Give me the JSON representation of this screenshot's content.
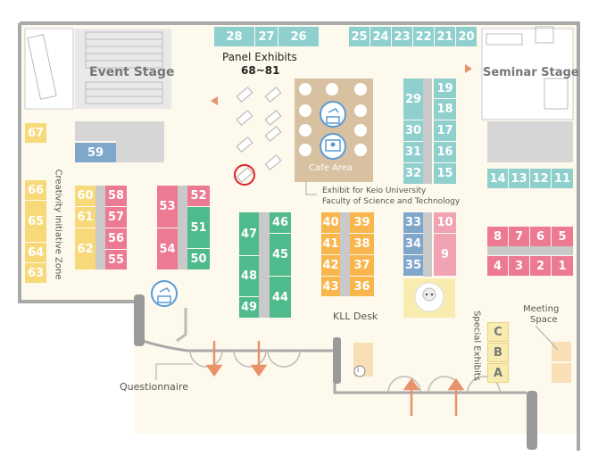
{
  "colors": {
    "floor": "#fdf9ec",
    "wall": "#a9a9a9",
    "stage": "#e9e9e9",
    "teal": "#8fd0cf",
    "blue": "#7ea7cb",
    "yellow": "#f8d97a",
    "orange": "#f8b64c",
    "pink": "#ec7a92",
    "pinklight": "#f2a3b3",
    "green": "#4fba8c",
    "gray": "#c9c9c9",
    "highlight": "#e0202a",
    "arrow": "#e9926a"
  },
  "labels": {
    "event_stage": "Event Stage",
    "seminar_stage": "Seminar Stage",
    "panel_exhibits": "Panel Exhibits",
    "panel_range": "68~81",
    "cafe_area": "Cafe Area",
    "keio_line1": "Exhibit for Keio University",
    "keio_line2": "Faculty of Science and Technology",
    "creativity_zone": "Creativity Initiative Zone",
    "kll_desk": "KLL Desk",
    "special_exhibits": "Special Exhibits",
    "meeting_space_1": "Meeting",
    "meeting_space_2": "Space",
    "questionnaire": "Questionnaire",
    "info_symbol": "i"
  },
  "booths": {
    "b1": "1",
    "b2": "2",
    "b3": "3",
    "b4": "4",
    "b5": "5",
    "b6": "6",
    "b7": "7",
    "b8": "8",
    "b9": "9",
    "b10": "10",
    "b11": "11",
    "b12": "12",
    "b13": "13",
    "b14": "14",
    "b15": "15",
    "b16": "16",
    "b17": "17",
    "b18": "18",
    "b19": "19",
    "b20": "20",
    "b21": "21",
    "b22": "22",
    "b23": "23",
    "b24": "24",
    "b25": "25",
    "b26": "26",
    "b27": "27",
    "b28": "28",
    "b29": "29",
    "b30": "30",
    "b31": "31",
    "b32": "32",
    "b33": "33",
    "b34": "34",
    "b35": "35",
    "b36": "36",
    "b37": "37",
    "b38": "38",
    "b39": "39",
    "b40": "40",
    "b41": "41",
    "b42": "42",
    "b43": "43",
    "b44": "44",
    "b45": "45",
    "b46": "46",
    "b47": "47",
    "b48": "48",
    "b49": "49",
    "b50": "50",
    "b51": "51",
    "b52": "52",
    "b53": "53",
    "b54": "54",
    "b55": "55",
    "b56": "56",
    "b57": "57",
    "b58": "58",
    "b59": "59",
    "b60": "60",
    "b61": "61",
    "b62": "62",
    "b63": "63",
    "b64": "64",
    "b65": "65",
    "b66": "66",
    "b67": "67",
    "bA": "A",
    "bB": "B",
    "bC": "C"
  },
  "icons": [
    "ballot-box-icon",
    "monitor-icon",
    "robot-icon",
    "info-icon",
    "cafe-table-icon",
    "panel-board-icon",
    "entrance-arrow-icon",
    "stage-chair-icon"
  ]
}
